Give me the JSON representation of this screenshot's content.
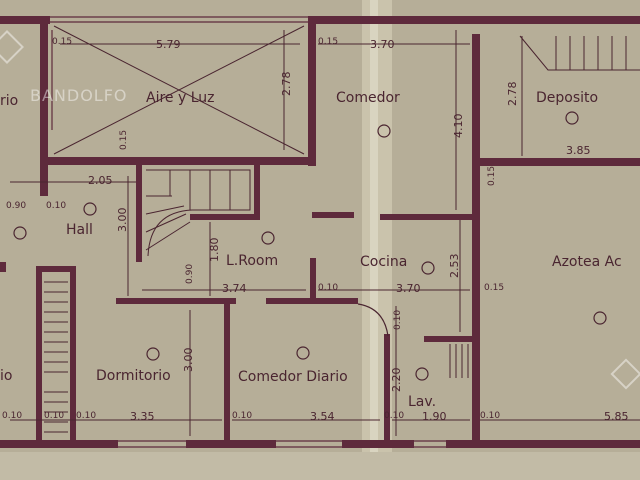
{
  "rooms": {
    "living_partial": "rio",
    "aire_y_luz": "Aire y Luz",
    "comedor": "Comedor",
    "deposito": "Deposito",
    "hall": "Hall",
    "living_room": "L.Room",
    "cocina": "Cocina",
    "azotea": "Azotea Ac",
    "dormitorio": "Dormitorio",
    "comedor_diario": "Comedor Diario",
    "lavadero": "Lav.",
    "left_room_partial": "io"
  },
  "dimensions": {
    "top_0_15_a": "0.15",
    "top_5_79": "5.79",
    "top_0_15_b": "0.15",
    "top_3_70": "3.70",
    "v_2_78_a": "2.78",
    "v_2_78_b": "2.78",
    "v_0_15_small": "0.15",
    "v_4_10": "4.10",
    "d_3_85": "3.85",
    "d_0_15_v": "0.15",
    "h_2_05": "2.05",
    "h_0_90": "0.90",
    "h_0_10": "0.10",
    "v_3_00_a": "3.00",
    "v_1_80": "1.80",
    "v_0_90": "0.90",
    "h_3_74": "3.74",
    "h_0_10_b": "0.10",
    "h_3_70_b": "3.70",
    "v_2_53": "2.53",
    "h_0_15_c": "0.15",
    "v_3_00_b": "3.00",
    "v_0_10": "0.10",
    "v_2_20": "2.20",
    "b_0_10_a": "0.10",
    "b_0_10_b": "0.10",
    "b_3_35": "3.35",
    "b_0_10_c": "0.10",
    "b_3_54": "3.54",
    "b_0_10_d": "0.10",
    "b_1_90": "1.90",
    "b_0_10_e": "0.10",
    "b_5_85": "5.85",
    "b_0_10_left": "0.10"
  },
  "watermark": {
    "brand": "BANDOLFO"
  },
  "colors": {
    "wall": "#5e2a3c",
    "paper": "#b6ae98",
    "ink": "#4a2530",
    "fold": "#d8d2bf"
  }
}
